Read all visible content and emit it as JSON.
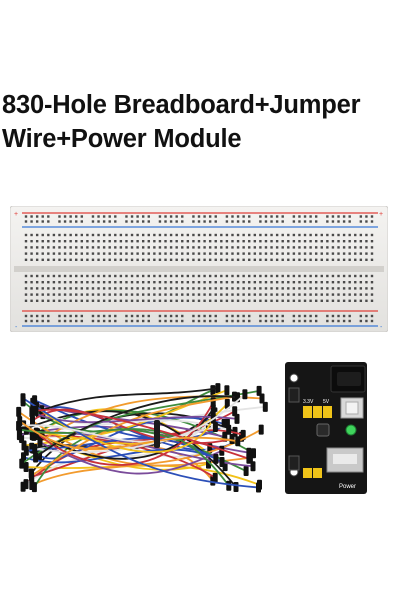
{
  "title": {
    "line1": "830-Hole Breadboard+Jumper",
    "line2": "Wire+Power Module"
  },
  "breadboard": {
    "rail_plus": "+",
    "rail_minus": "-",
    "columns": 63,
    "body_color": "#ecebe8",
    "rail_red": "#e0403a",
    "rail_blue": "#3a78d8"
  },
  "psu": {
    "label_power": "Power",
    "label_3v3": "3.3V",
    "label_5v": "5V",
    "board_color": "#151515"
  },
  "jumper_colors": [
    "#1a1a1a",
    "#f2c21a",
    "#2b4fb8",
    "#e4e4e4",
    "#c8323a",
    "#f29b2e",
    "#3d8c3d",
    "#7a4b9a"
  ]
}
